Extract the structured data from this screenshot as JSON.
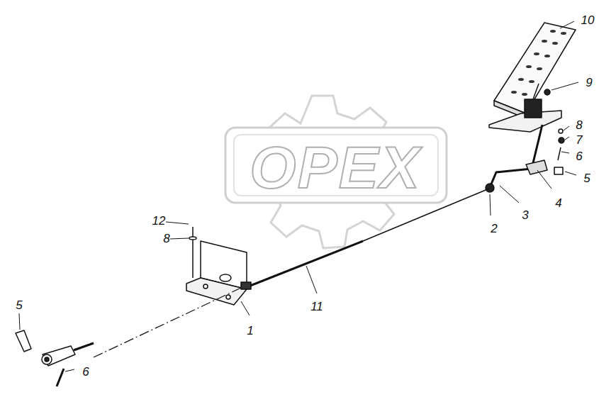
{
  "diagram": {
    "labels": [
      "10",
      "9",
      "8",
      "7",
      "6",
      "5",
      "4",
      "3",
      "2",
      "12",
      "8",
      "11",
      "1",
      "5",
      "6",
      "OPEX"
    ]
  }
}
